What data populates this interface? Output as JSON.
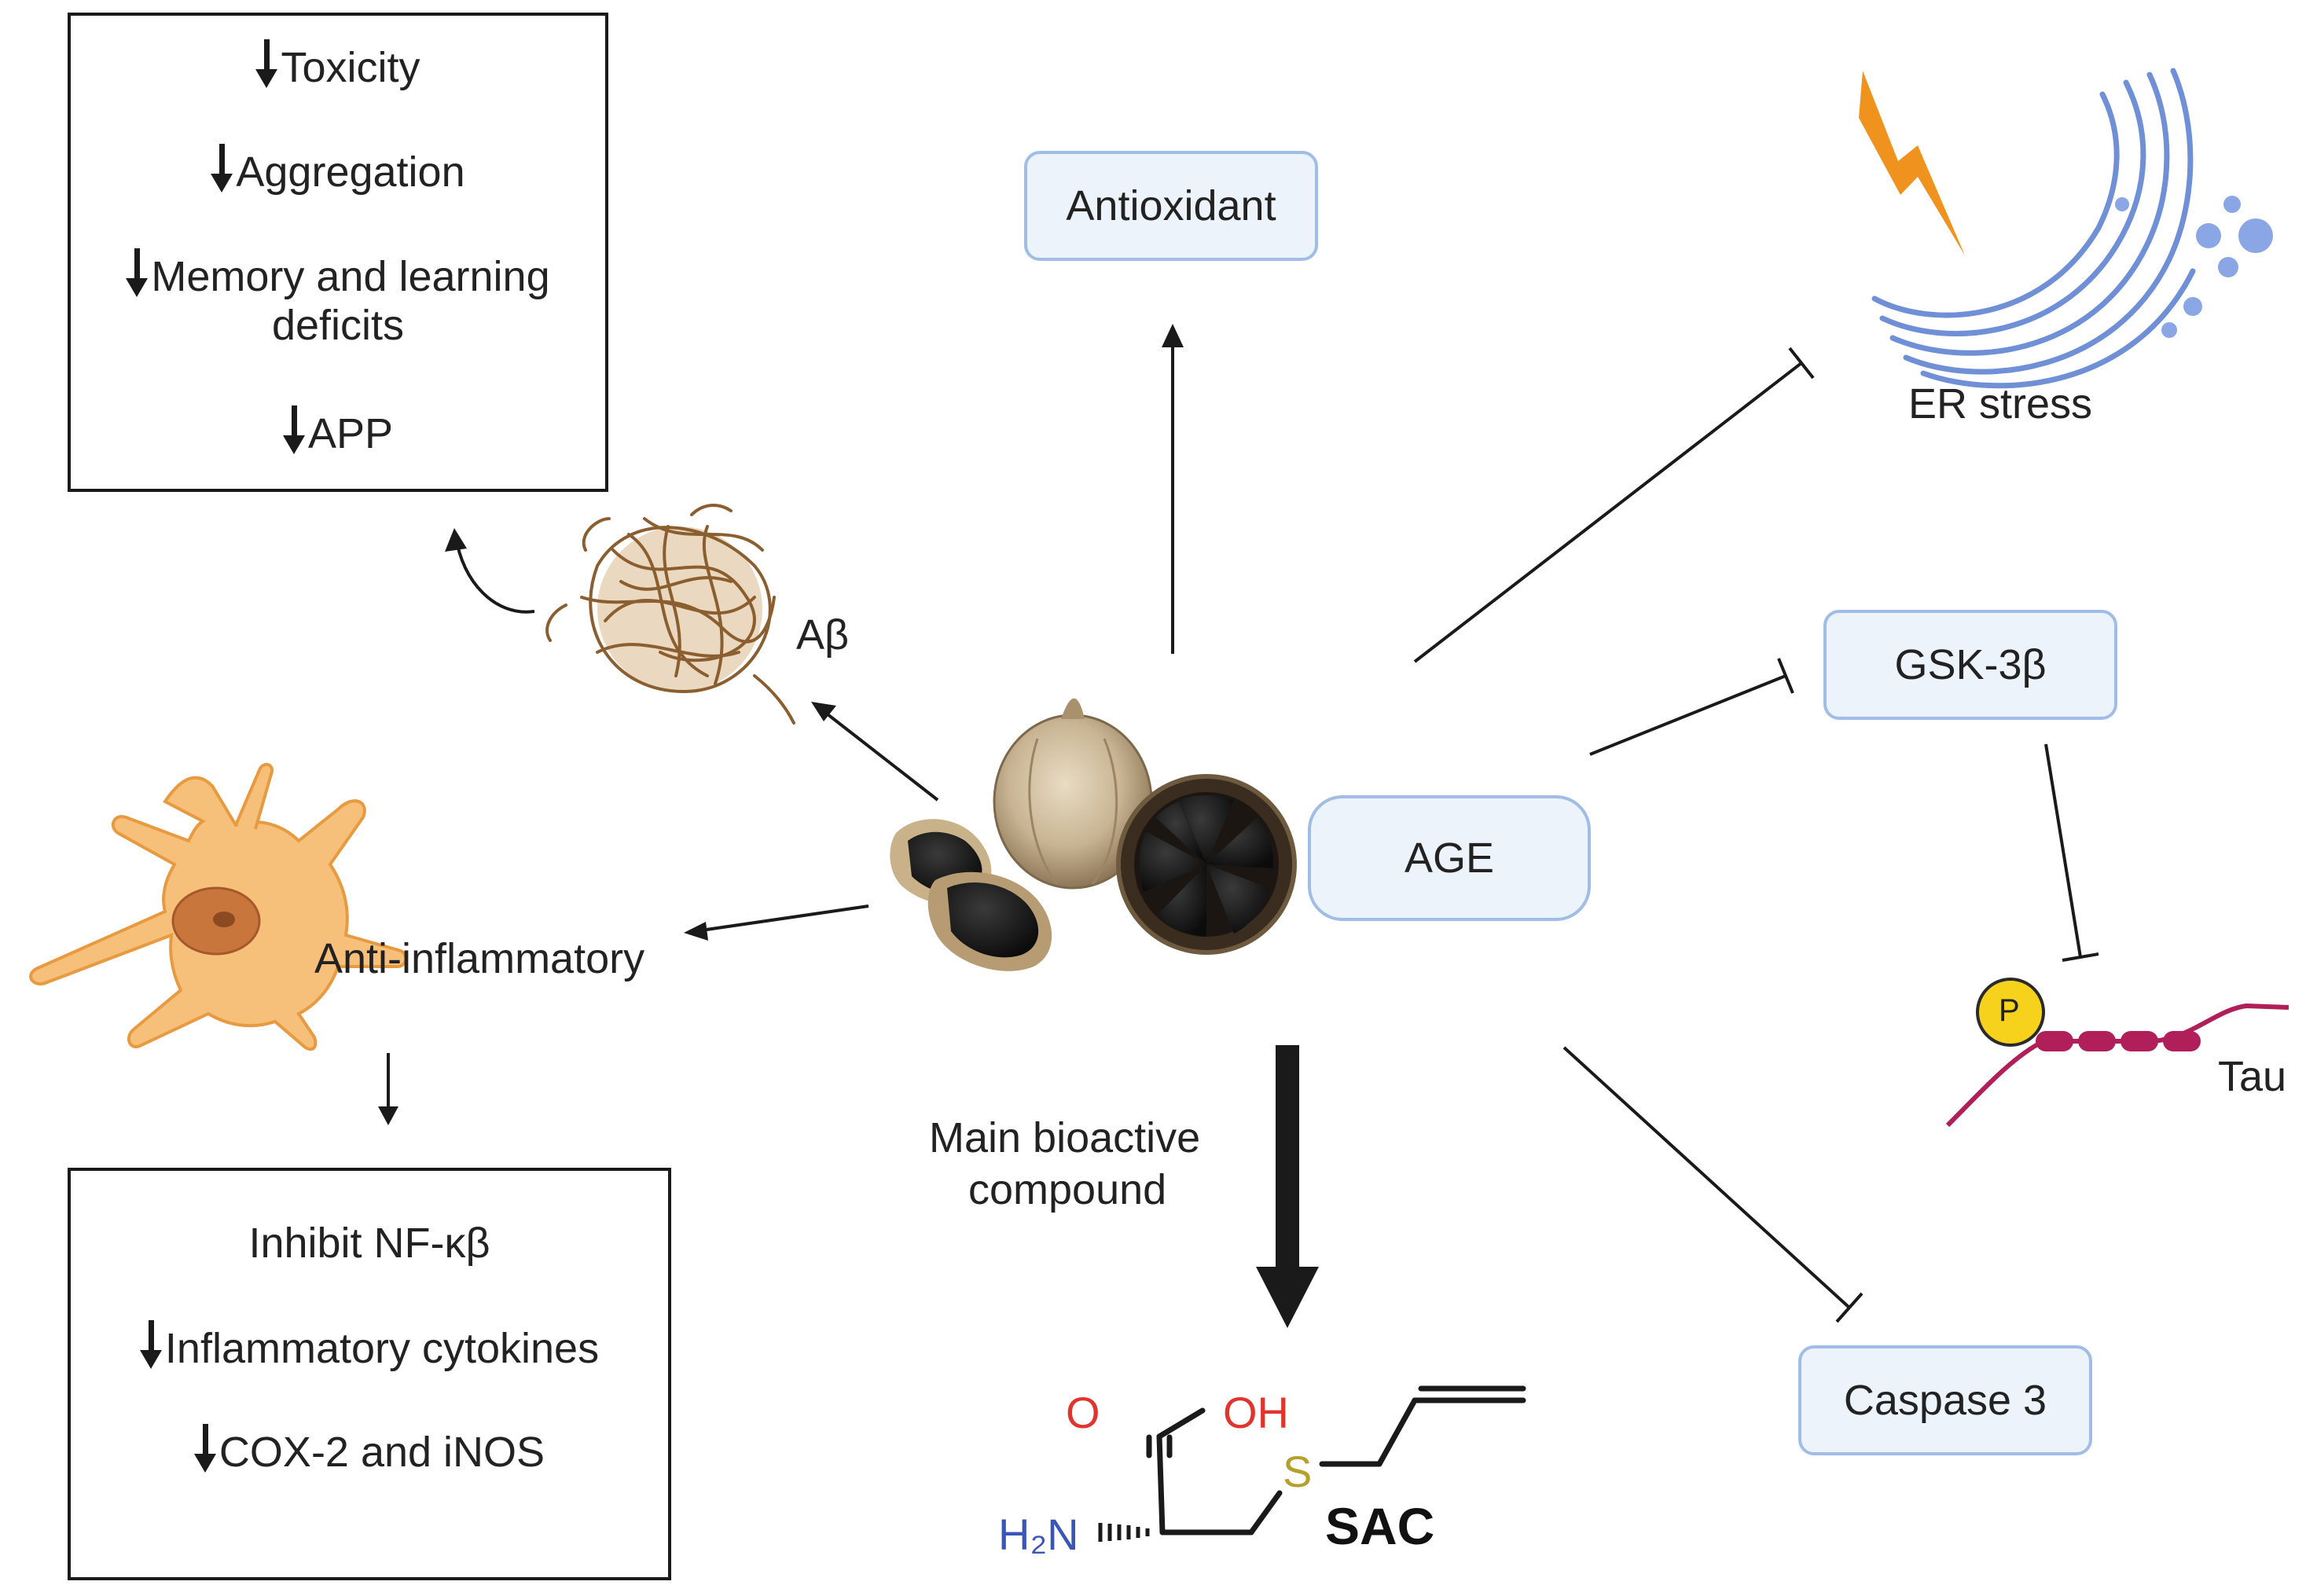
{
  "effects_box": {
    "items": [
      "Toxicity",
      "Aggregation",
      "Memory and learning",
      "deficits",
      "APP"
    ]
  },
  "inflammation_box": {
    "items": [
      "Inhibit NF-κβ",
      "Inflammatory cytokines",
      "COX-2 and iNOS"
    ]
  },
  "labels": {
    "antioxidant": "Antioxidant",
    "er_stress": "ER stress",
    "gsk": "GSK-3β",
    "age": "AGE",
    "tau": "Tau",
    "phospho": "P",
    "caspase": "Caspase 3",
    "abeta": "Aβ",
    "anti_inflammatory": "Anti-inflammatory",
    "main_bioactive_1": "Main bioactive",
    "main_bioactive_2": "compound"
  },
  "sac": {
    "name": "SAC",
    "o": "O",
    "oh": "OH",
    "s": "S",
    "h2n": "H₂N"
  },
  "colors": {
    "pill_fill": "#edf3fb",
    "pill_border": "#9fbde6",
    "er_blue": "#6f8fd6",
    "bolt_orange": "#f0921e",
    "tau_red": "#b01f5a",
    "phospho_yellow": "#f6d21c",
    "astrocyte_orange": "#f7c07a",
    "oxygen_red": "#e0342c",
    "nitrogen_blue": "#3a55b8",
    "sulfur_olive": "#b3a12b"
  }
}
